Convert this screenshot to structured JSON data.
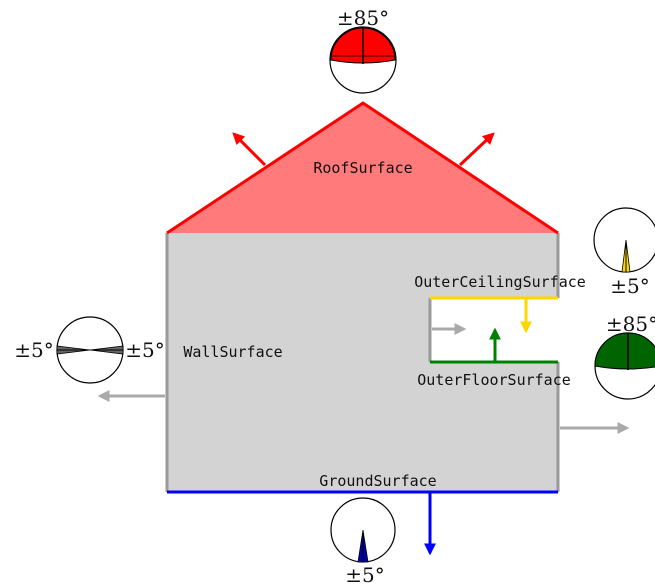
{
  "labels": {
    "roof": "RoofSurface",
    "wall": "WallSurface",
    "ground": "GroundSurface",
    "outer_ceiling": "OuterCeilingSurface",
    "outer_floor": "OuterFloorSurface"
  },
  "tolerances": {
    "roof_top": "±85°",
    "wall_left": "±5°",
    "wall_right": "±5°",
    "outer_ceiling": "±5°",
    "outer_floor": "±85°",
    "ground": "±5°"
  },
  "colors": {
    "roof_fill": "#ff7b7b",
    "roof_edge": "#ff0000",
    "wall_fill": "#d3d3d3",
    "wall_edge": "#9a9a9a",
    "ground": "#0000ff",
    "outer_ceiling": "#ffd700",
    "outer_floor": "#008000",
    "normal_gray": "#aaaaaa"
  }
}
